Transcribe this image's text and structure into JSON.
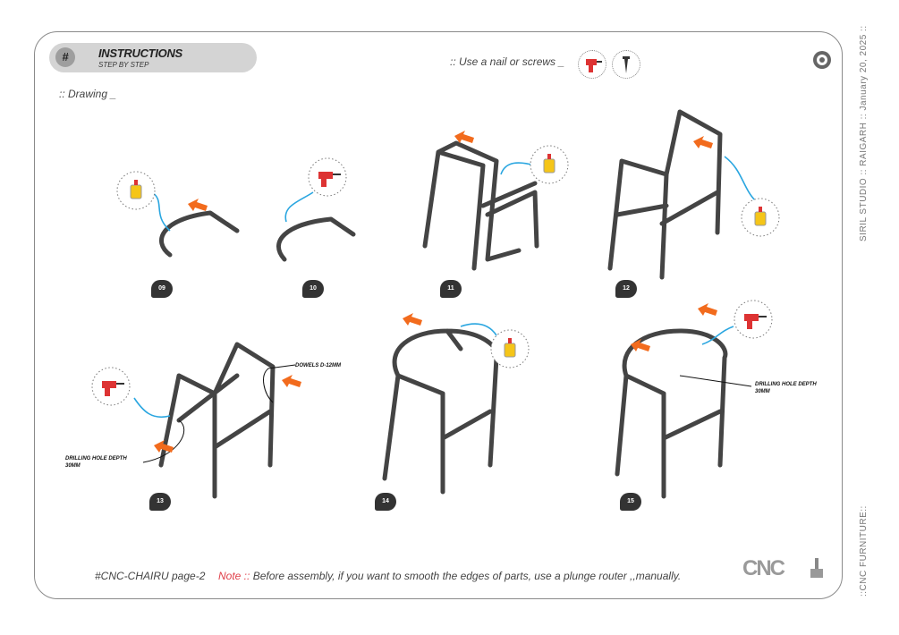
{
  "header": {
    "hash": "#",
    "title": "INSTRUCTIONS",
    "subtitle": "STEP BY STEP"
  },
  "section_label": ":: Drawing _",
  "tools_label": ":: Use a nail or screws _",
  "tool_icons": [
    "drill-icon",
    "screw-icon"
  ],
  "side_text": {
    "top": "SIRIL STUDIO  ::  RAIGARH ::  January 20, 2025  ::",
    "bottom": "::CNC FURNITURE::"
  },
  "steps": [
    "09",
    "10",
    "11",
    "12",
    "13",
    "14",
    "15"
  ],
  "annotations": {
    "dowels": "DOWELS D-12MM",
    "drilling_13": "DRILLING HOLE DEPTH 30MM",
    "drilling_15": "DRILLING HOLE DEPTH 30MM"
  },
  "footer": {
    "code": "#CNC-CHAIRU page-2",
    "note_label": "Note ::",
    "note_text": " Before assembly, if you want to smooth the edges of parts, use a plunge router ,,manually.",
    "brand": "CNC"
  },
  "colors": {
    "accent": "#f26b1d",
    "arrow": "#2aa6e0",
    "note": "#e0404a",
    "glue": "#f5c518"
  }
}
